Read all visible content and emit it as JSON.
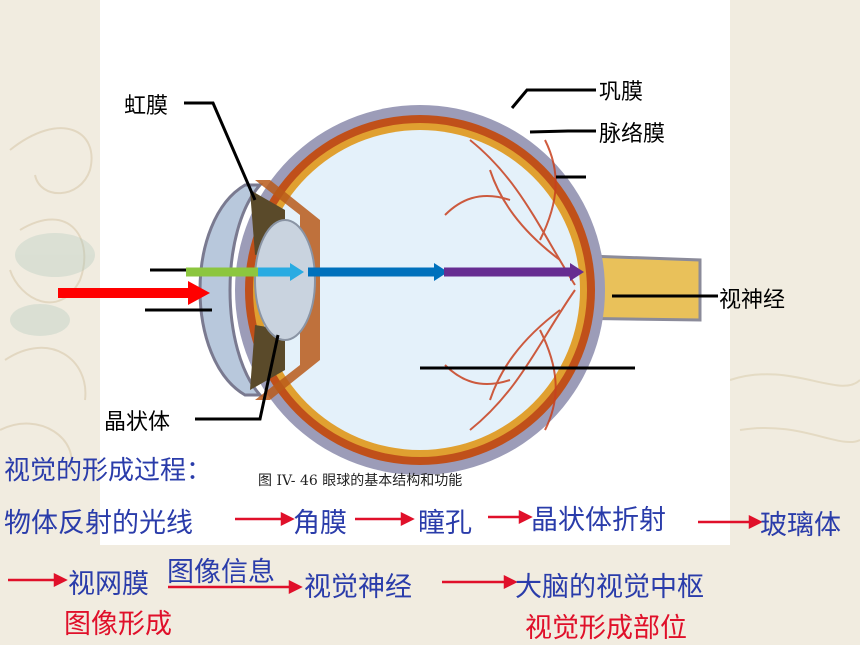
{
  "labels": {
    "iris": "虹膜",
    "sclera": "巩膜",
    "choroid": "脉络膜",
    "optic_nerve": "视神经",
    "lens": "晶状体"
  },
  "figure_caption": "图 IV- 46    眼球的基本结构和功能",
  "process": {
    "title": "视觉的形成过程：",
    "step1": "物体反射的光线",
    "step2": "角膜",
    "step3": "瞳孔",
    "step4": "晶状体折射",
    "step5": "玻璃体",
    "step6": "视网膜",
    "image_info": "图像信息",
    "step7": "视觉神经",
    "step8": "大脑的视觉中枢",
    "image_formed": "图像形成",
    "vision_site": "视觉形成部位"
  },
  "colors": {
    "process_text": "#2a3caa",
    "emphasis_text": "#e0102a",
    "arrow": "#e0102a",
    "light_ray_red": "#ff0000",
    "light_ray_green": "#8cc63f",
    "light_ray_cyan": "#29abe2",
    "light_ray_blue": "#0071bc",
    "light_ray_purple": "#662d91"
  }
}
